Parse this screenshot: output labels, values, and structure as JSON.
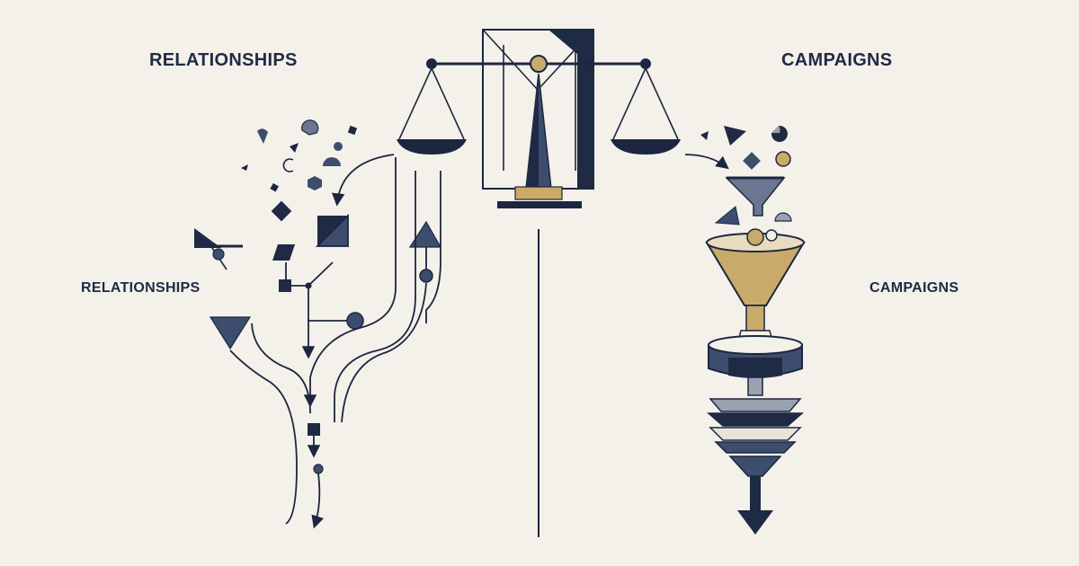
{
  "labels": {
    "relationships_top": "RELATIONSHIPS",
    "campaigns_top": "CAMPAIGNS",
    "relationships_side": "RELATIONSHIPS",
    "campaigns_side": "CAMPAIGNS"
  },
  "colors": {
    "background": "#f4f1ea",
    "ink": "#1c2640",
    "navy_fill": "#1f2a44",
    "slate_blue": "#3d4d6e",
    "muted_blue": "#6b7690",
    "gold": "#c9aa6a",
    "pale_grey": "#9aa1b0"
  },
  "icons": {
    "center": "balance-scale-icon",
    "left_cluster": "scattered-shapes-network-icon",
    "right_cluster": "funnel-stack-icon"
  }
}
